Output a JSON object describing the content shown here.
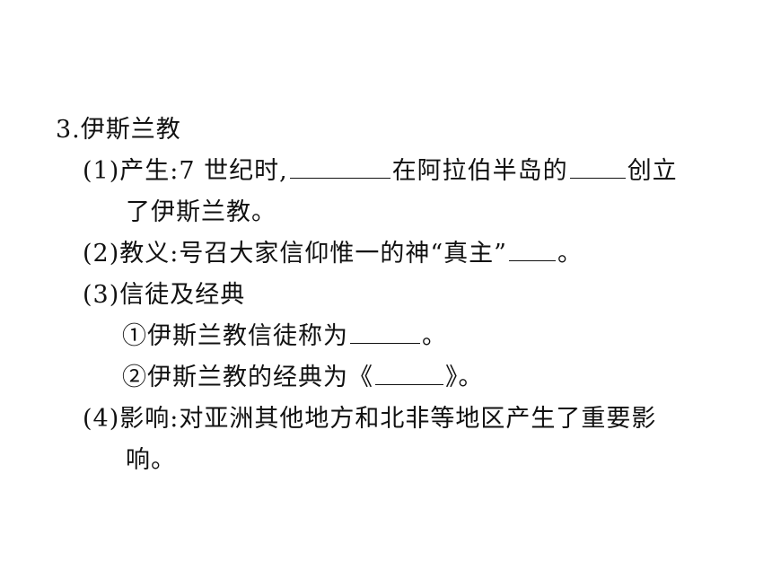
{
  "section": {
    "heading": "3.伊斯兰教"
  },
  "items": {
    "origin": {
      "prefix": "(1)产生:7 世纪时,",
      "mid": "在阿拉伯半岛的",
      "suffix": "创立",
      "continuation": "了伊斯兰教。"
    },
    "doctrine": {
      "prefix": "(2)教义:号召大家信仰惟一的神“真主”",
      "suffix": "。"
    },
    "followers": {
      "heading": "(3)信徒及经典",
      "sub1_prefix": "①伊斯兰教信徒称为",
      "sub1_suffix": "。",
      "sub2_prefix": "②伊斯兰教的经典为《",
      "sub2_suffix": "》。"
    },
    "influence": {
      "text": "(4)影响:对亚洲其他地方和北非等地区产生了重要影",
      "continuation": "响。"
    }
  }
}
